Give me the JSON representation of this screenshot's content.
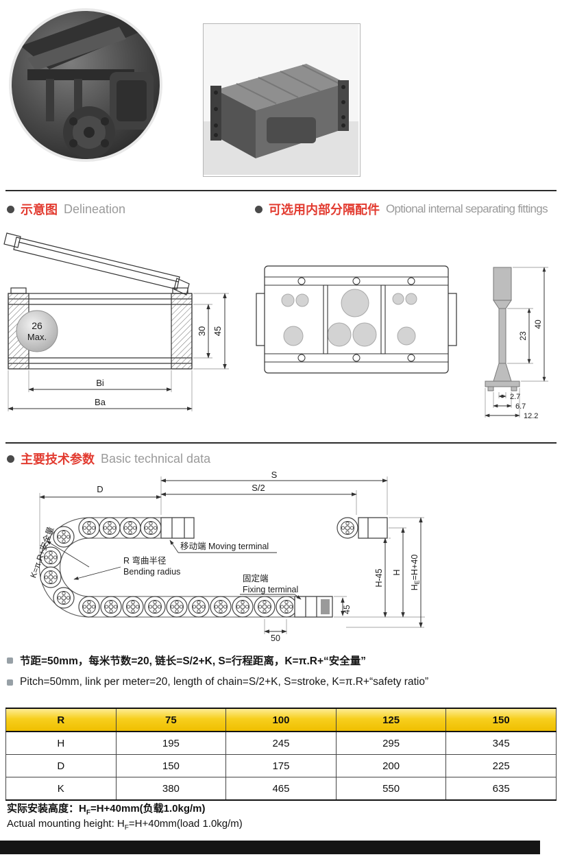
{
  "sections": {
    "delineation": {
      "cn": "示意图",
      "en": "Delineation"
    },
    "fittings": {
      "cn": "可选用内部分隔配件",
      "en": "Optional internal separating fittings"
    },
    "technical": {
      "cn": "主要技术参数",
      "en": "Basic technical data"
    }
  },
  "side_view": {
    "max_line1": "26",
    "max_line2": "Max.",
    "dim_inner_height": "30",
    "dim_outer_height": "45",
    "dim_inner_width": "Bi",
    "dim_outer_width": "Ba"
  },
  "separator_profile": {
    "dim_stem": "23",
    "dim_total": "40",
    "dim_w1": "2.7",
    "dim_w2": "6.7",
    "dim_w3": "12.2"
  },
  "bend_diagram": {
    "dim_d": "D",
    "dim_s": "S",
    "dim_s_half": "S/2",
    "k_formula": "K=π.R+安全量",
    "moving_terminal": "移动端 Moving terminal",
    "bending_radius_cn": "R 弯曲半径",
    "bending_radius_en": "Bending radius",
    "fixing_terminal_cn": "固定端",
    "fixing_terminal_en": "Fixing terminal",
    "dim_h45": "H-45",
    "dim_h": "H",
    "dim_he_pre": "H",
    "dim_he_sub": "E",
    "dim_he_post": "=H+40",
    "dim_45": "45",
    "dim_50": "50"
  },
  "notes": {
    "cn": "节距=50mm，每米节数=20, 链长=S/2+K, S=行程距离，K=π.R+“安全量”",
    "en": "Pitch=50mm, link per meter=20, length of chain=S/2+K, S=stroke, K=π.R+“safety ratio”"
  },
  "chart_data": {
    "type": "table",
    "title": "Basic technical data",
    "columns": [
      "R",
      "75",
      "100",
      "125",
      "150"
    ],
    "rows": [
      [
        "H",
        "195",
        "245",
        "295",
        "345"
      ],
      [
        "D",
        "150",
        "175",
        "200",
        "225"
      ],
      [
        "K",
        "380",
        "465",
        "550",
        "635"
      ]
    ]
  },
  "footer": {
    "cn_pre": "实际安装高度：H",
    "cn_sub": "F",
    "cn_post": "=H+40mm(负载1.0kg/m)",
    "en_pre": "Actual mounting height: H",
    "en_sub": "F",
    "en_post": "=H+40mm(load 1.0kg/m)"
  }
}
